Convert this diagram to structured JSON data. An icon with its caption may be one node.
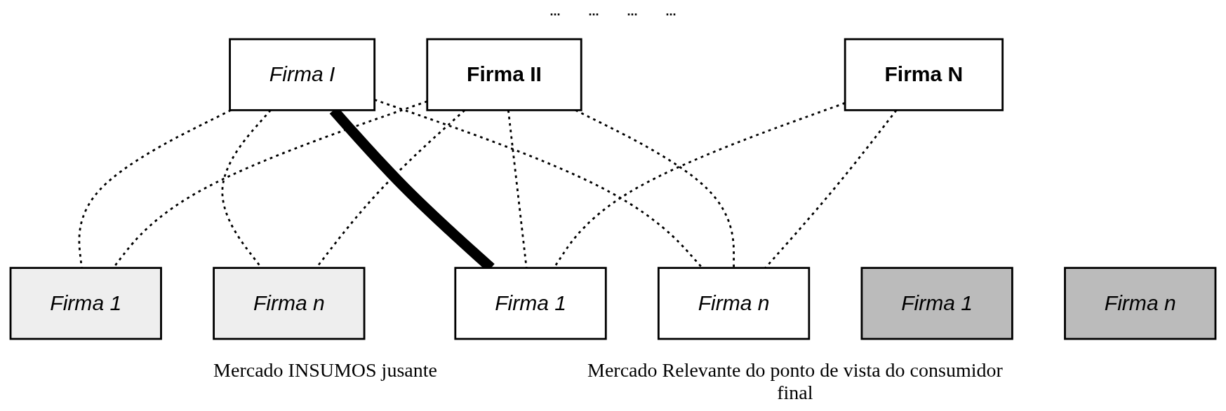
{
  "diagram": {
    "nodes": [
      {
        "text": [
          "Firma I"
        ]
      },
      {
        "text": [
          "Firma II"
        ]
      },
      {
        "text": [
          "Firma N"
        ]
      },
      {
        "text": [
          "Firma 1"
        ]
      },
      {
        "text": [
          "Firma n"
        ]
      },
      {
        "text": [
          "Firma 1"
        ]
      },
      {
        "text": [
          "Firma n"
        ]
      },
      {
        "text": [
          "Firma 1"
        ]
      },
      {
        "text": [
          "Firma n"
        ]
      }
    ],
    "edges": [
      {
        "from": 0,
        "to": 3,
        "arrow": "none",
        "style": "dashed"
      },
      {
        "from": 0,
        "to": 4,
        "arrow": "none",
        "style": "dashed"
      },
      {
        "from": 0,
        "to": 5,
        "arrow": "none",
        "style": "thick"
      },
      {
        "from": 0,
        "to": 6,
        "arrow": "none",
        "style": "dashed"
      },
      {
        "from": 1,
        "to": 3,
        "arrow": "none",
        "style": "dashed"
      },
      {
        "from": 1,
        "to": 4,
        "arrow": "none",
        "style": "dashed"
      },
      {
        "from": 1,
        "to": 5,
        "arrow": "none",
        "style": "dashed"
      },
      {
        "from": 1,
        "to": 6,
        "arrow": "none",
        "style": "dashed"
      },
      {
        "from": 2,
        "to": 5,
        "arrow": "none",
        "style": "dashed"
      },
      {
        "from": 2,
        "to": 6,
        "arrow": "none",
        "style": "dashed"
      }
    ],
    "labels": [
      "...",
      "...",
      "...",
      "...",
      "Mercado INSUMOS jusante",
      "Mercado Relevante do ponto de vista do consumidor final"
    ]
  }
}
